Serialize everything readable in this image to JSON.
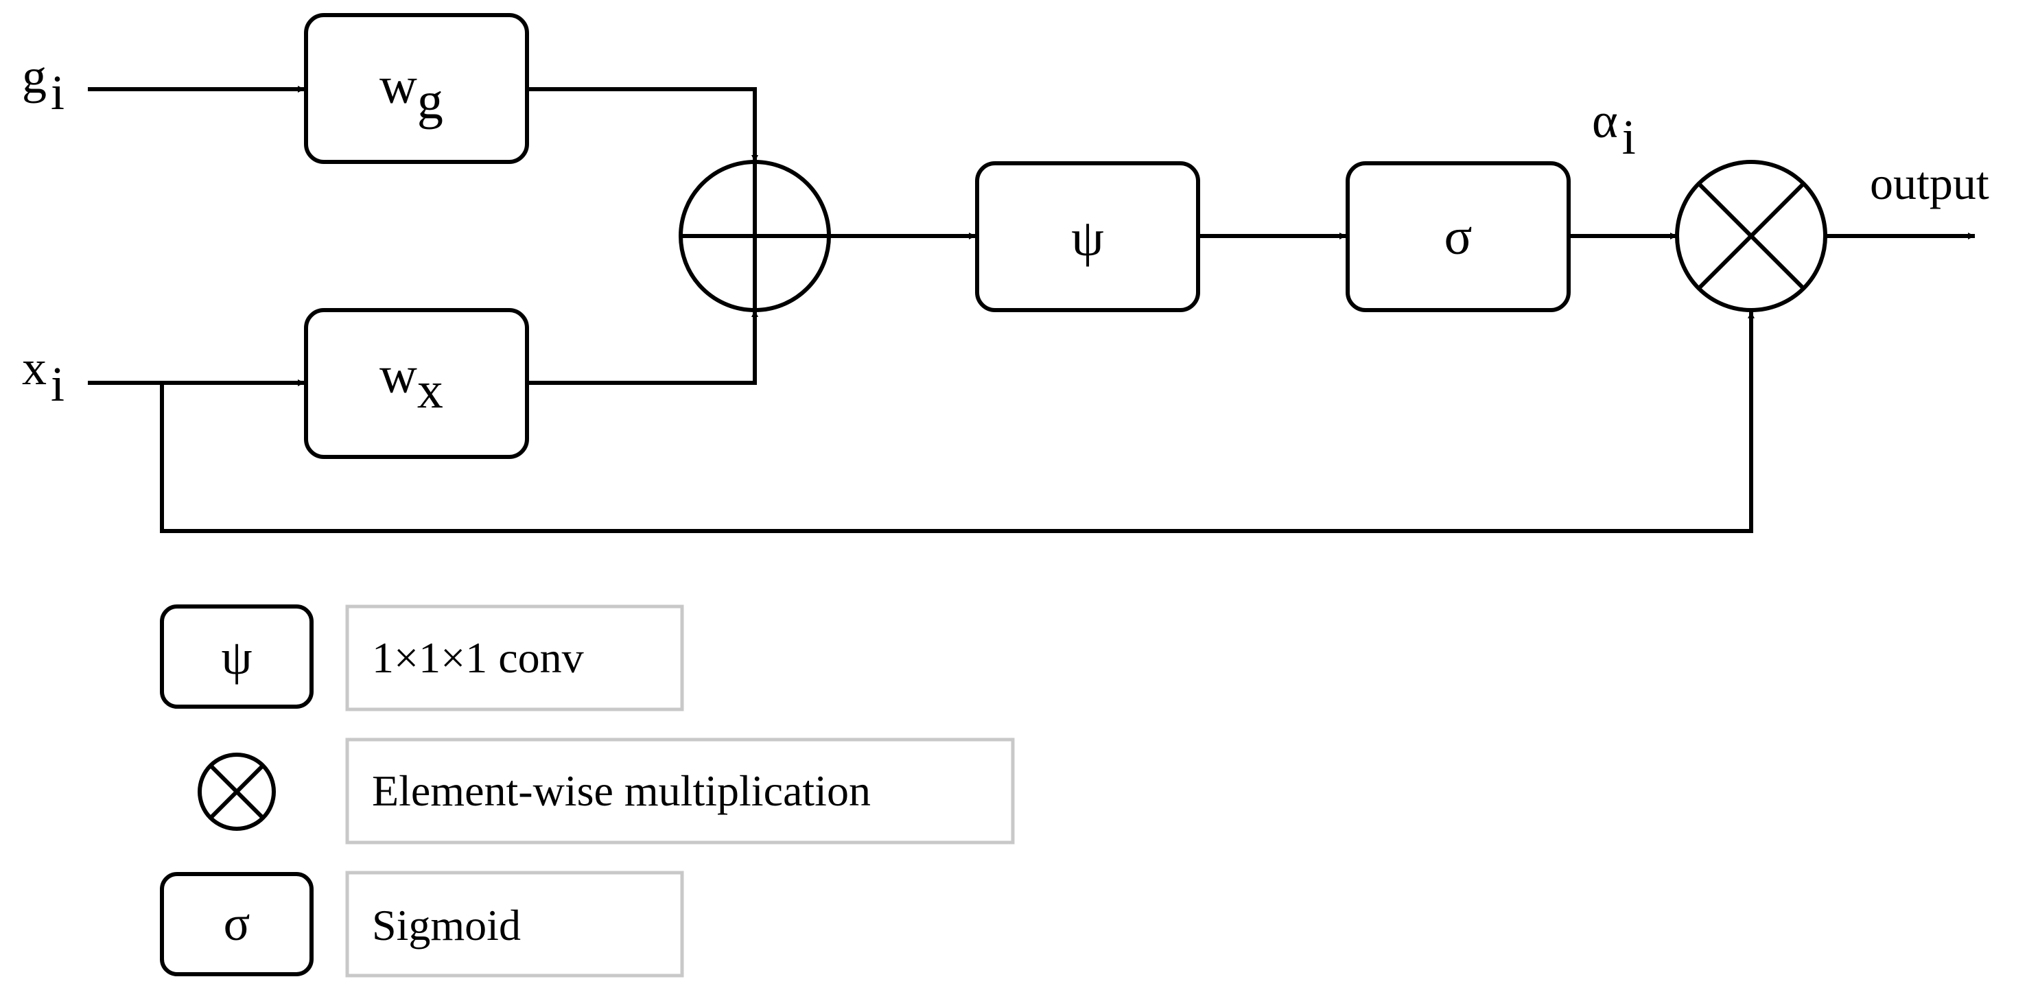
{
  "inputs": {
    "g": {
      "base": "g",
      "sub": "i"
    },
    "x": {
      "base": "x",
      "sub": "i"
    }
  },
  "blocks": {
    "wg": {
      "base": "w",
      "sub": "g"
    },
    "wx": {
      "base": "w",
      "sub": "x"
    },
    "psi": "ψ",
    "sigma": "σ"
  },
  "alpha": {
    "base": "α",
    "sub": "i"
  },
  "output_label": "output",
  "legend": [
    {
      "symbol": "ψ",
      "text": "1×1×1 conv"
    },
    {
      "symbol": "⊗",
      "text": "Element-wise multiplication"
    },
    {
      "symbol": "σ",
      "text": "Sigmoid"
    }
  ]
}
